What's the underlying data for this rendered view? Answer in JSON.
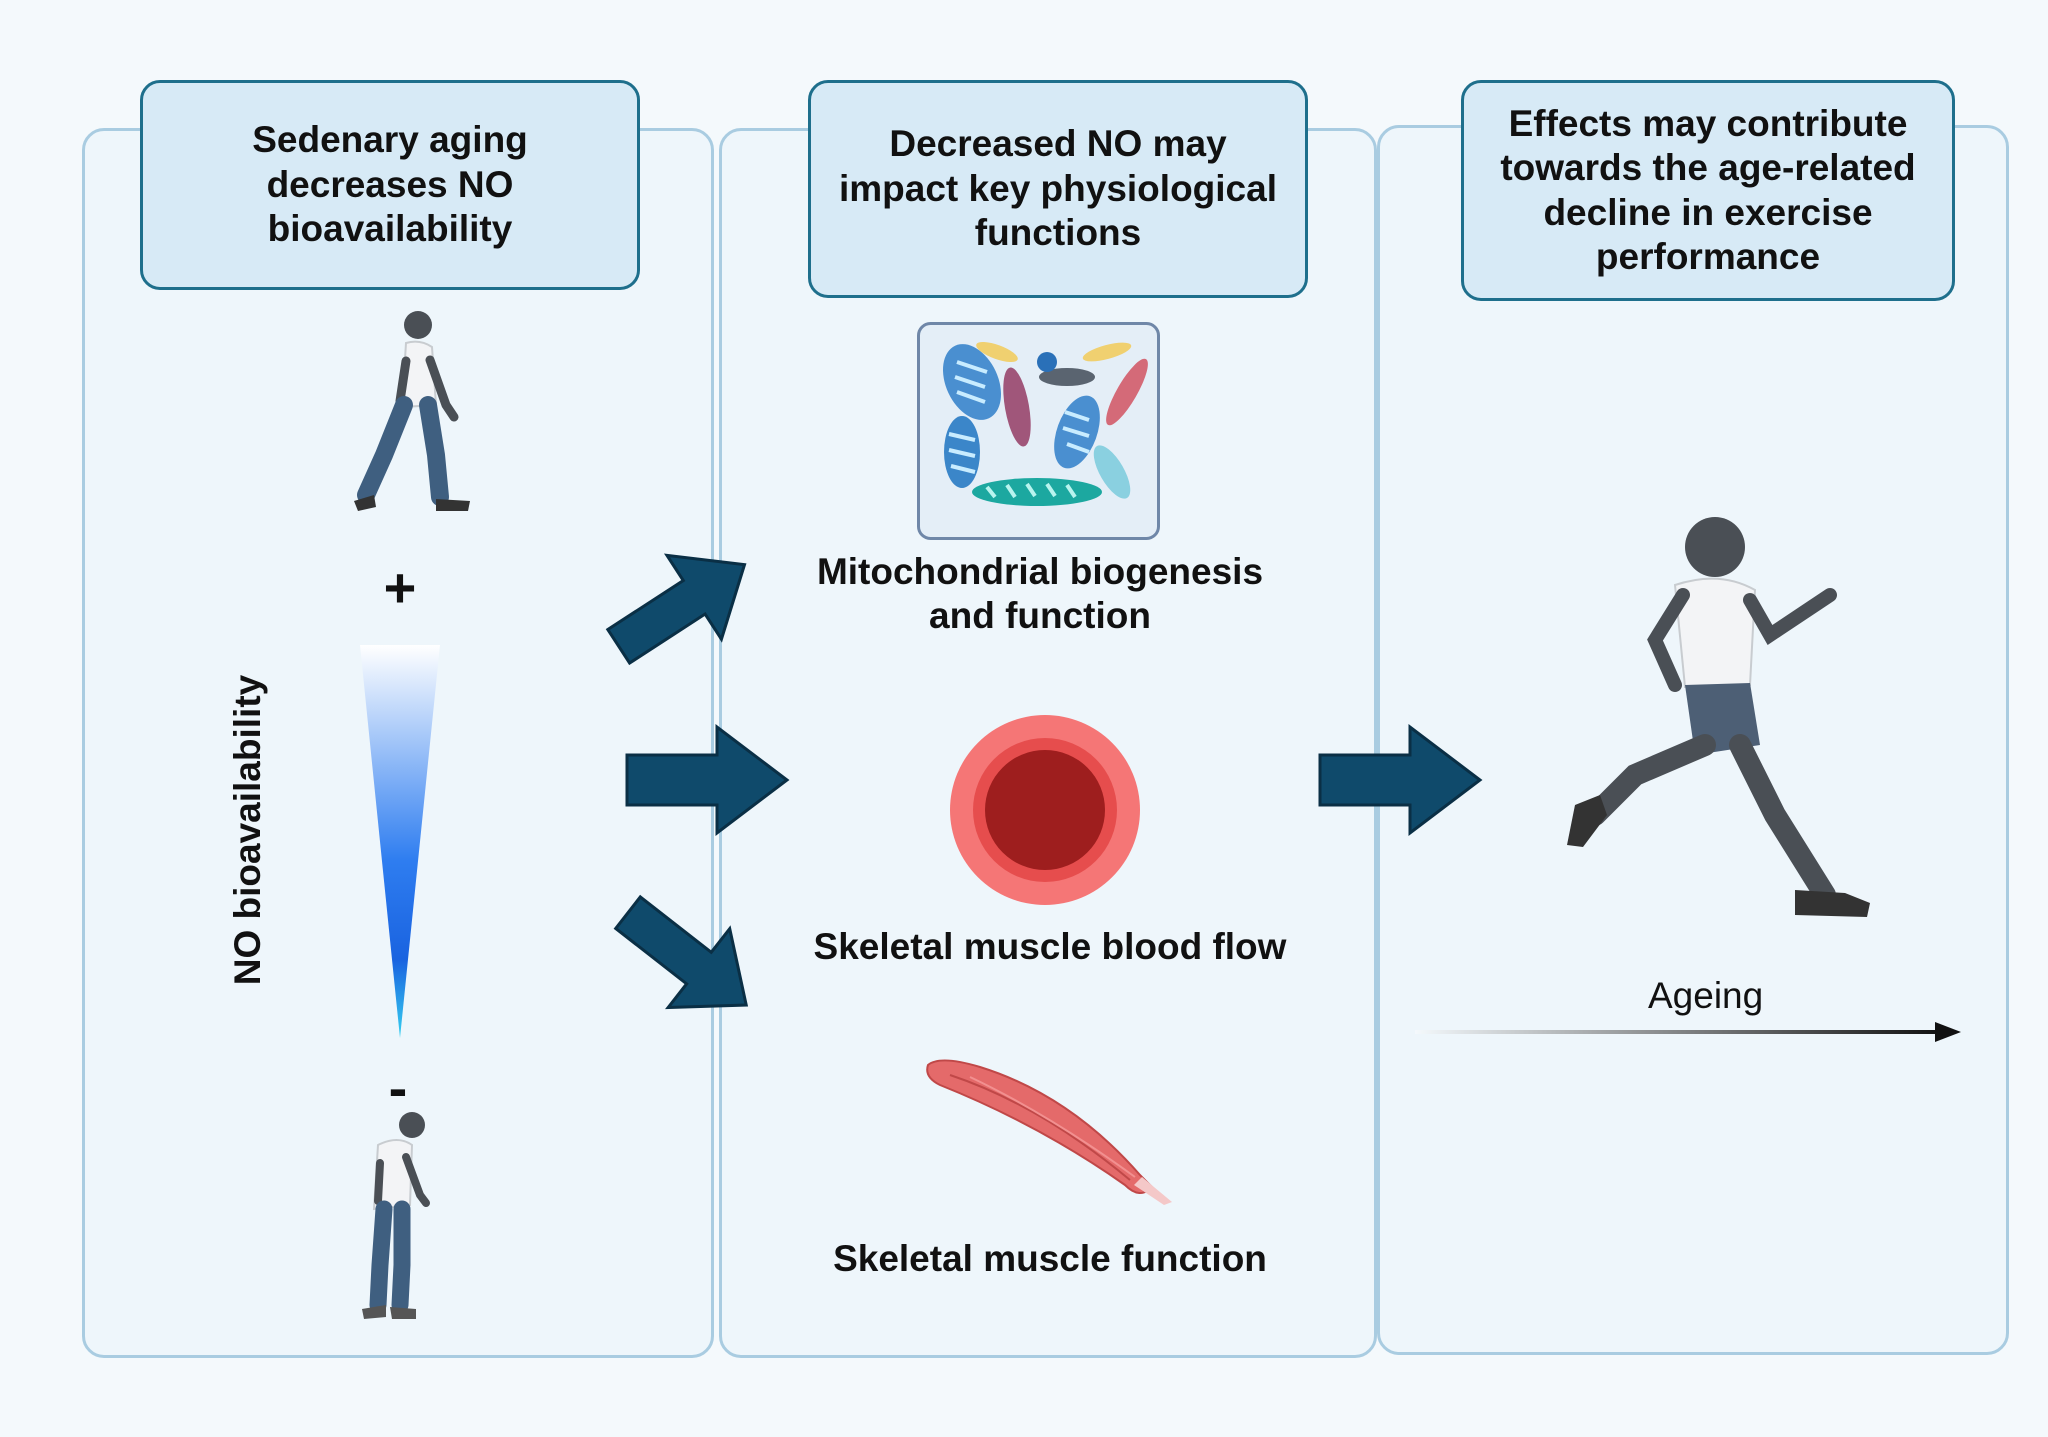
{
  "panels": {
    "left": {
      "header": "Sedenary aging decreases NO bioavailability",
      "plus": "+",
      "minus": "-",
      "axis_label": "NO bioavailability"
    },
    "middle": {
      "header": "Decreased NO may impact key physiological functions",
      "items": [
        {
          "label": "Mitochondrial biogenesis and function",
          "icon": "mitochondria-icon"
        },
        {
          "label": "Skeletal muscle blood flow",
          "icon": "blood-vessel-icon"
        },
        {
          "label": "Skeletal muscle function",
          "icon": "muscle-icon"
        }
      ]
    },
    "right": {
      "header": "Effects may contribute towards the age-related decline in exercise performance",
      "ageing_label": "Ageing"
    }
  },
  "colors": {
    "arrow": "#0f4a6b",
    "panel_border": "#a9cce1",
    "header_fill": "#d7eaf6",
    "header_border": "#1e6f8c",
    "gradient_top": "#ffffff",
    "gradient_bottom": "#1a63e0",
    "vessel_outer": "#f06a6a",
    "vessel_inner": "#9e1e1e"
  }
}
